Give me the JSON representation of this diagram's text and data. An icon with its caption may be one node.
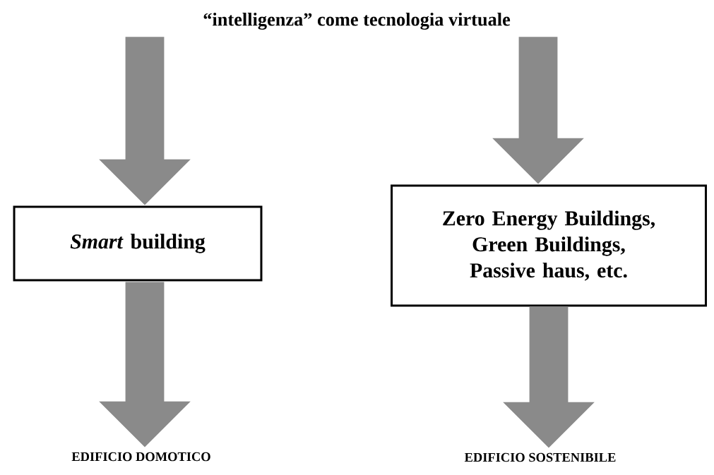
{
  "diagram": {
    "nodes": [
      {
        "text": [
          "“intelligenza” come tecnologia virtuale"
        ]
      },
      {
        "text": [
          "*Smart* building"
        ]
      },
      {
        "text": [
          "Zero Energy Buildings, Green Buildings, Passive haus, etc."
        ]
      },
      {
        "text": [
          "EDIFICIO DOMOTICO"
        ]
      },
      {
        "text": [
          "EDIFICIO SOSTENIBILE"
        ]
      }
    ],
    "edges": [
      {
        "from": 0,
        "to": 1,
        "arrow": "to"
      },
      {
        "from": 0,
        "to": 2,
        "arrow": "to"
      },
      {
        "from": 1,
        "to": 3,
        "arrow": "to"
      },
      {
        "from": 2,
        "to": 4,
        "arrow": "to"
      }
    ]
  }
}
